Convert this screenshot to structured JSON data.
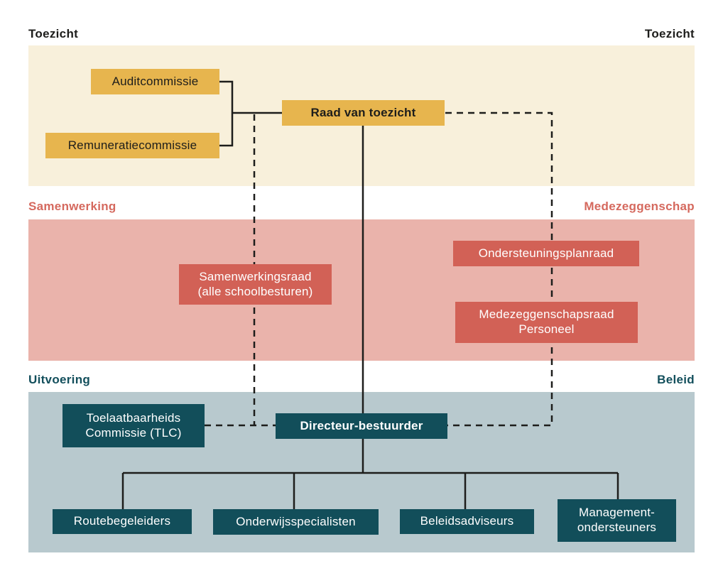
{
  "colors": {
    "band_toezicht": "#f8f0db",
    "band_middle": "#eab3ab",
    "band_bottom": "#b8c9ce",
    "box_gold": "#e7b54e",
    "box_red": "#d26156",
    "box_teal": "#124e5a",
    "label_dark": "#1d1d1b",
    "label_salmon": "#d5695e",
    "label_teal": "#134f5c",
    "line": "#1d1d1b",
    "text_on_dark": "#ffffff"
  },
  "sections": {
    "row1": {
      "left": "Toezicht",
      "right": "Toezicht"
    },
    "row2": {
      "left": "Samenwerking",
      "right": "Medezeggenschap"
    },
    "row3": {
      "left": "Uitvoering",
      "right": "Beleid"
    }
  },
  "nodes": {
    "auditcommissie": {
      "label": "Auditcommissie"
    },
    "remuneratiecommissie": {
      "label": "Remuneratiecommissie"
    },
    "raad_van_toezicht": {
      "label": "Raad van toezicht"
    },
    "samenwerkingsraad": {
      "line1": "Samenwerkingsraad",
      "line2": "(alle schoolbesturen)"
    },
    "ondersteuningsplanraad": {
      "label": "Ondersteuningsplanraad"
    },
    "medezeggenschapsraad_personeel": {
      "line1": "Medezeggenschapsraad",
      "line2": "Personeel"
    },
    "toelaatbaarheids_commissie": {
      "line1": "Toelaatbaarheids",
      "line2": "Commissie (TLC)"
    },
    "directeur_bestuurder": {
      "label": "Directeur-bestuurder"
    },
    "routebegeleiders": {
      "label": "Routebegeleiders"
    },
    "onderwijsspecialisten": {
      "label": "Onderwijsspecialisten"
    },
    "beleidsadviseurs": {
      "label": "Beleidsadviseurs"
    },
    "management_ondersteuners": {
      "line1": "Management-",
      "line2": "ondersteuners"
    }
  }
}
